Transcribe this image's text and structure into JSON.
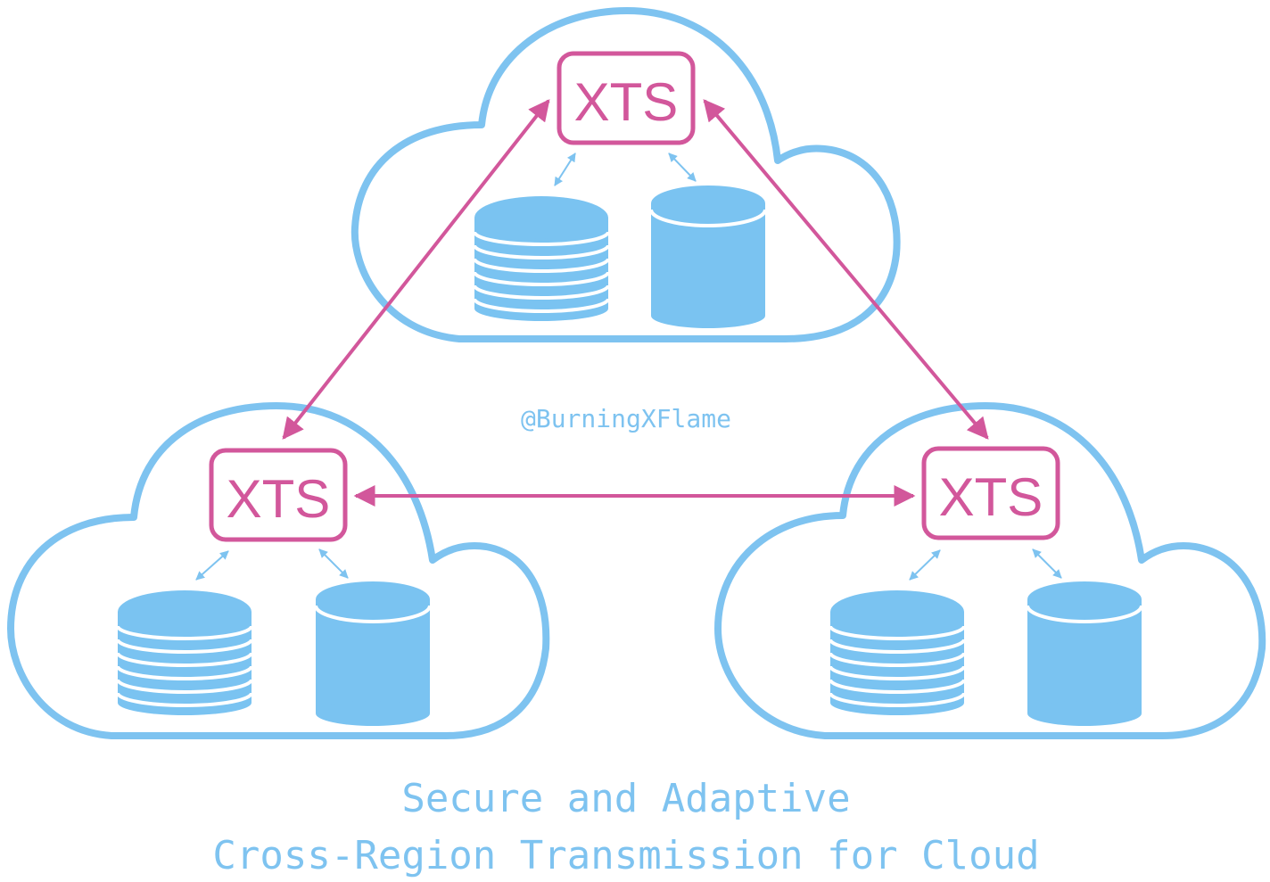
{
  "nodes": [
    {
      "id": "top",
      "label": "XTS"
    },
    {
      "id": "left",
      "label": "XTS"
    },
    {
      "id": "right",
      "label": "XTS"
    }
  ],
  "links": [
    {
      "from": "top",
      "to": "left",
      "direction": "bidirectional"
    },
    {
      "from": "top",
      "to": "right",
      "direction": "bidirectional"
    },
    {
      "from": "left",
      "to": "right",
      "direction": "bidirectional"
    }
  ],
  "credit": "@BurningXFlame",
  "caption": {
    "line1": "Secure and Adaptive",
    "line2": "Cross-Region Transmission for Cloud"
  },
  "colors": {
    "cloud": "#7ec3f0",
    "storage": "#7ac3f1",
    "xts": "#d2579b"
  }
}
